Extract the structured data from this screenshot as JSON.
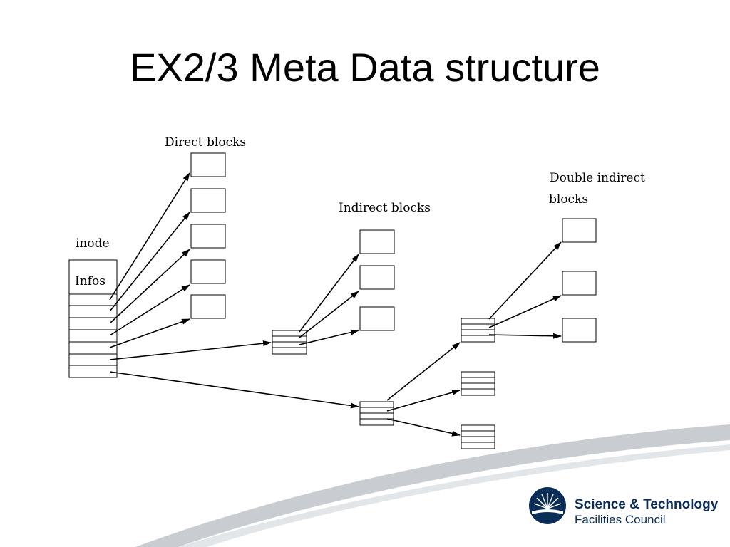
{
  "slide": {
    "title": "EX2/3 Meta Data structure"
  },
  "diagram": {
    "labels": {
      "direct_blocks": "Direct blocks",
      "inode": "inode",
      "infos": "Infos",
      "indirect_blocks": "Indirect blocks",
      "double_indirect_line1": "Double indirect",
      "double_indirect_line2": "blocks"
    }
  },
  "footer": {
    "logo_line1": "Science & Technology",
    "logo_line2": "Facilities Council"
  },
  "colors": {
    "logo_navy": "#0b2e59",
    "swoosh": "#c9cdd2"
  }
}
